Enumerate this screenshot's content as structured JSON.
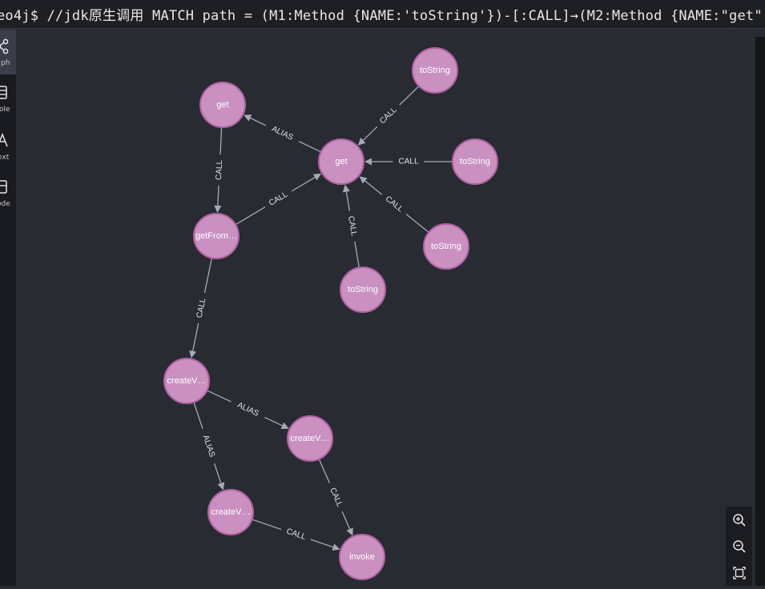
{
  "query": "eo4j$ //jdk原生调用 MATCH path = (M1:Method {NAME:'toString'})-[:CALL]→(M2:Method {NAME:\"get\",",
  "sidebar": {
    "items": [
      {
        "label": "ph",
        "icon": "graph-icon",
        "active": true
      },
      {
        "label": "ole",
        "icon": "table-icon",
        "active": false
      },
      {
        "label": "ext",
        "icon": "text-icon",
        "active": false
      },
      {
        "label": "ode",
        "icon": "code-icon",
        "active": false
      }
    ]
  },
  "graph": {
    "node_color": "#c990c0",
    "node_stroke": "#b261a5",
    "edge_color": "#a5abb6",
    "nodes": [
      {
        "id": "n_get_top",
        "caption": "get"
      },
      {
        "id": "n_get_center",
        "caption": "get"
      },
      {
        "id": "n_tostring_1",
        "caption": "toString"
      },
      {
        "id": "n_tostring_2",
        "caption": "toString"
      },
      {
        "id": "n_tostring_3",
        "caption": "toString"
      },
      {
        "id": "n_tostring_4",
        "caption": "toString"
      },
      {
        "id": "n_getfrom",
        "caption": "getFrom…"
      },
      {
        "id": "n_createv_1",
        "caption": "createV…"
      },
      {
        "id": "n_createv_2",
        "caption": "createV…"
      },
      {
        "id": "n_createv_3",
        "caption": "createV…"
      },
      {
        "id": "n_invoke",
        "caption": "invoke"
      }
    ],
    "edges": [
      {
        "from": "n_get_center",
        "to": "n_get_top",
        "type": "ALIAS"
      },
      {
        "from": "n_get_top",
        "to": "n_getfrom",
        "type": "CALL"
      },
      {
        "from": "n_getfrom",
        "to": "n_get_center",
        "type": "CALL"
      },
      {
        "from": "n_tostring_1",
        "to": "n_get_center",
        "type": "CALL"
      },
      {
        "from": "n_tostring_2",
        "to": "n_get_center",
        "type": "CALL"
      },
      {
        "from": "n_tostring_3",
        "to": "n_get_center",
        "type": "CALL"
      },
      {
        "from": "n_tostring_4",
        "to": "n_get_center",
        "type": "CALL"
      },
      {
        "from": "n_getfrom",
        "to": "n_createv_1",
        "type": "CALL"
      },
      {
        "from": "n_createv_1",
        "to": "n_createv_2",
        "type": "ALIAS"
      },
      {
        "from": "n_createv_1",
        "to": "n_createv_3",
        "type": "ALIAS"
      },
      {
        "from": "n_createv_2",
        "to": "n_invoke",
        "type": "CALL"
      },
      {
        "from": "n_createv_3",
        "to": "n_invoke",
        "type": "CALL"
      }
    ]
  },
  "zoom": {
    "buttons": [
      {
        "icon": "zoom-in-icon"
      },
      {
        "icon": "zoom-out-icon"
      },
      {
        "icon": "fit-screen-icon"
      }
    ]
  }
}
